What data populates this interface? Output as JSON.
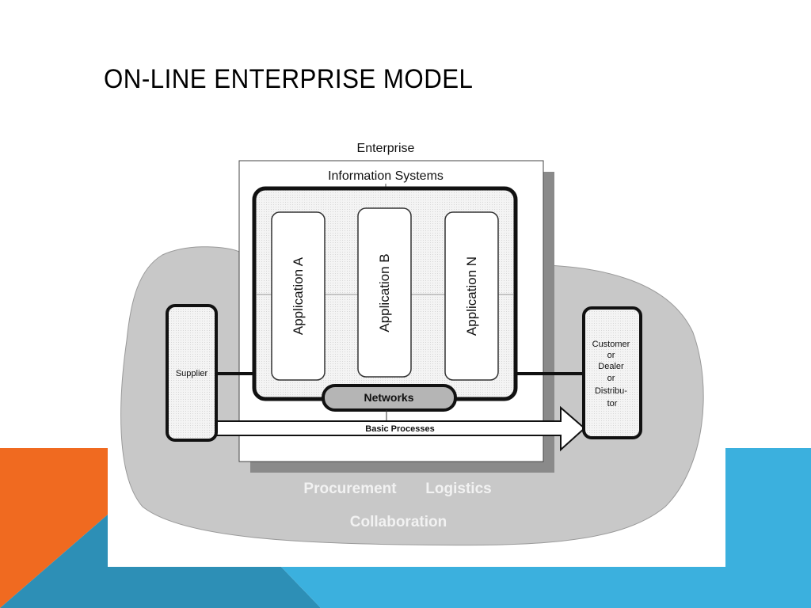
{
  "slide": {
    "title": "ON-LINE ENTERPRISE MODEL"
  },
  "colors": {
    "accent_orange": "#f06a20",
    "accent_blue_light": "#3bb0de",
    "accent_blue_dark": "#2d8fb6",
    "cloud_gray": "#c8c8c8",
    "shadow_gray": "#8a8a8a"
  },
  "diagram": {
    "enterprise_label": "Enterprise",
    "information_systems_label": "Information Systems",
    "applications": [
      {
        "label": "Application A"
      },
      {
        "label": "Application B"
      },
      {
        "label": "Application N"
      }
    ],
    "networks_label": "Networks",
    "basic_processes_label": "Basic Processes",
    "supplier_label": "Supplier",
    "customer_lines": [
      "Customer",
      "or",
      "Dealer",
      "or",
      "Distribu-",
      "tor"
    ],
    "cloud_labels": {
      "procurement": "Procurement",
      "logistics": "Logistics",
      "collaboration": "Collaboration"
    }
  }
}
